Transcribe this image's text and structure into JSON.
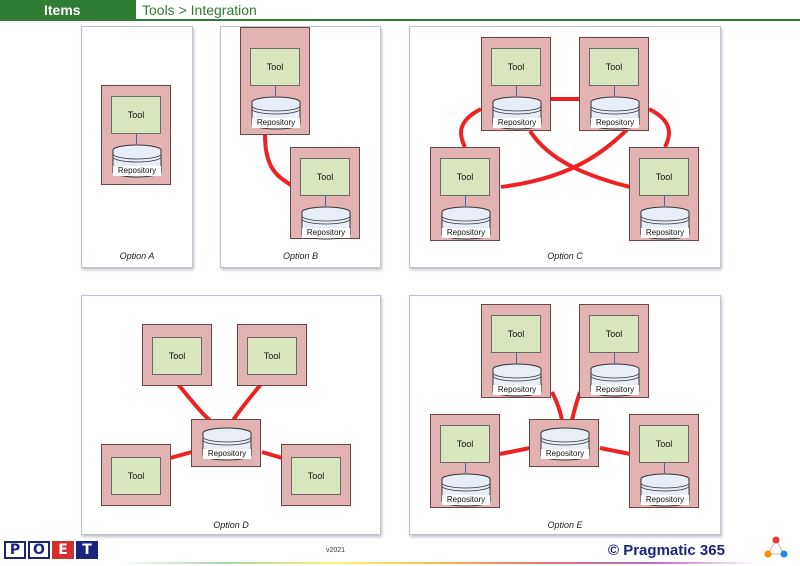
{
  "header": {
    "title": "Items",
    "breadcrumb": "Tools > Integration"
  },
  "labels": {
    "tool": "Tool",
    "repository": "Repository"
  },
  "options": [
    {
      "caption": "Option A"
    },
    {
      "caption": "Option B"
    },
    {
      "caption": "Option C"
    },
    {
      "caption": "Option D"
    },
    {
      "caption": "Option E"
    }
  ],
  "footer": {
    "logo_letters": [
      "P",
      "O",
      "E",
      "T"
    ],
    "version": "v2021",
    "brand": "© Pragmatic 365"
  },
  "colors": {
    "header_green": "#2e7d32",
    "link_red": "#ee2222",
    "unit_fill": "#e3b3b3",
    "tool_fill": "#d8e6c0",
    "brand_navy": "#1a237e"
  }
}
